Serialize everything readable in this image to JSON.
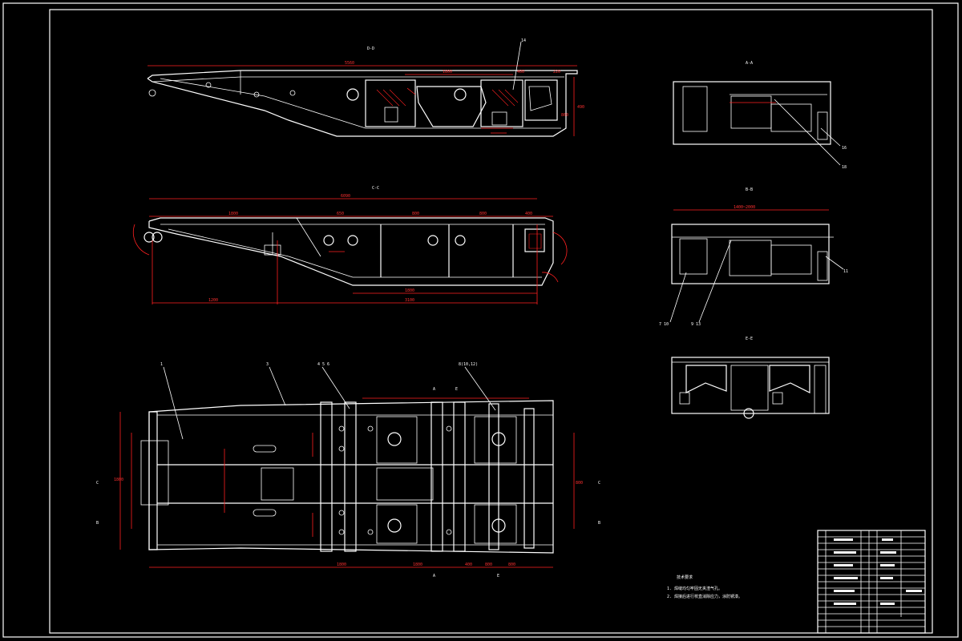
{
  "views": {
    "top_view_title": "D-D",
    "mid_view_title": "C-C",
    "section_a": "A-A",
    "section_b": "B-B",
    "section_e": "E-E"
  },
  "dims": {
    "top_overall": "5560",
    "top_d1": "1800",
    "top_d2": "400",
    "top_d3": "220",
    "top_h1": "490",
    "top_h2": "860",
    "mid_overall": "6090",
    "mid_d1": "1800",
    "mid_d2": "650",
    "mid_d3": "800",
    "mid_d4": "800",
    "mid_d5": "400",
    "mid_b1": "1800",
    "mid_b2": "3100",
    "mid_b3": "1200",
    "plan_w1": "1800",
    "plan_w2": "800",
    "plan_bot1": "1800",
    "plan_bot2": "1800",
    "plan_bot3": "400",
    "plan_bot4": "800",
    "plan_bot5": "800",
    "sec_b_width": "1400~2000"
  },
  "callouts": {
    "c1": "1",
    "c3": "3",
    "c456": "4 5 6",
    "c8": "8(10,12)",
    "c14": "14",
    "c16": "16",
    "c18": "18",
    "c11": "11",
    "c7": "7 10",
    "c9": "9 13"
  },
  "section_markers": {
    "a": "A",
    "b": "B",
    "c": "C",
    "e": "E"
  },
  "notes": {
    "heading": "技术要求",
    "line1": "1. 焊缝均匀牢固无夹渣气孔。",
    "line2": "2. 焊接后进行校直消除应力，涂防锈漆。"
  }
}
